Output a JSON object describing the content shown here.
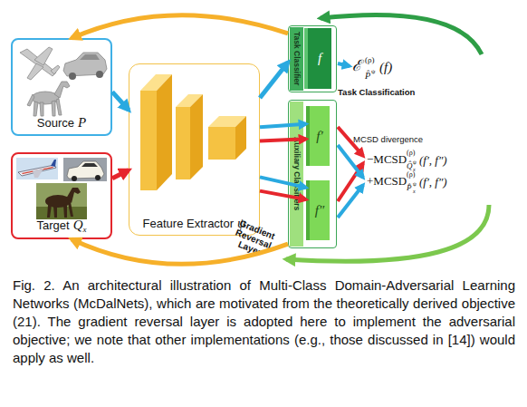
{
  "diagram": {
    "caption": "Fig. 2. An architectural illustration of Multi-Class Domain-Adversarial Learning Networks (McDalNets), which are motivated from the theoretically derived objective (21). The gradient reversal layer is adopted here to implement the adversarial objective; we note that other implementations (e.g., those discussed in [14]) would apply as well.",
    "nodes": [
      {
        "text": [
          "Source",
          "P"
        ]
      },
      {
        "text": [
          "Target",
          "Q",
          "x"
        ]
      },
      {
        "text": [
          "Feature Extractor",
          "ψ"
        ]
      },
      {
        "text": [
          "Task Classifier"
        ]
      },
      {
        "text": [
          "f"
        ],
        "in": 3
      },
      {
        "text": [
          "Auxiliary Classifiers"
        ]
      },
      {
        "text": [
          "f′"
        ],
        "in": 5
      },
      {
        "text": [
          "f″"
        ],
        "in": 5
      }
    ],
    "edges": [
      {
        "from": 0,
        "to": 2,
        "arrow": "to"
      },
      {
        "from": 1,
        "to": 2,
        "arrow": "to"
      },
      {
        "from": 2,
        "to": 3,
        "arrow": "to"
      },
      {
        "from": 2,
        "to": 6,
        "arrow": "to"
      },
      {
        "from": 2,
        "to": 6,
        "arrow": "to"
      },
      {
        "from": 2,
        "to": 7,
        "arrow": "to"
      },
      {
        "from": 2,
        "to": 7,
        "arrow": "to"
      },
      {
        "from": 3,
        "to": 0,
        "arrow": "to"
      },
      {
        "from": 5,
        "to": 1,
        "arrow": "to"
      }
    ],
    "labels": [
      "ℰ",
      "(ρ)",
      "P̂",
      "ψ",
      "(f)",
      "Task Classification",
      "MCSD divergence",
      "−MCSD",
      "(ρ)",
      "Q̂",
      "ψ",
      "x",
      "(f′, f″)",
      "+MCSD",
      "(ρ)",
      "P̂",
      "ψ",
      "x",
      "(f′, f″)",
      "Gradient Reversal Layer"
    ]
  }
}
